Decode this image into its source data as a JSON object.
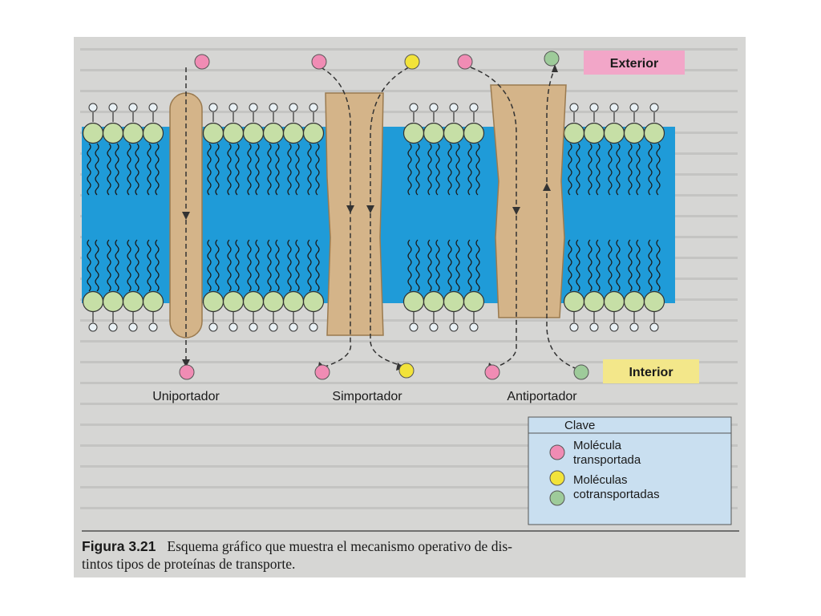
{
  "labels": {
    "exterior": "Exterior",
    "interior": "Interior",
    "uniporter": "Uniportador",
    "symporter": "Simportador",
    "antiporter": "Antiportador"
  },
  "key": {
    "title": "Clave",
    "items": [
      {
        "text_line1": "Molécula",
        "text_line2": "transportada",
        "color": "#f08cb4"
      },
      {
        "text_line1": "Moléculas",
        "text_line2": "cotransportadas",
        "color": "#f2e33a"
      },
      {
        "text_line1": "",
        "text_line2": "",
        "color": "#9ecb9a"
      }
    ]
  },
  "caption": {
    "figure": "Figura 3.21",
    "text_line1": "Esquema gráfico que muestra el mecanismo operativo de dis-",
    "text_line2": "tintos tipos de proteínas de transporte."
  },
  "colors": {
    "membrane": "#1f9bd8",
    "protein": "#d4b489",
    "head": "#c6dfa6",
    "pink": "#f08cb4",
    "yellow": "#f2e33a",
    "green": "#9ecb9a",
    "exterior_tag": "#f2a6c8",
    "interior_tag": "#f3e78a",
    "key_bg": "#c9dff0"
  }
}
